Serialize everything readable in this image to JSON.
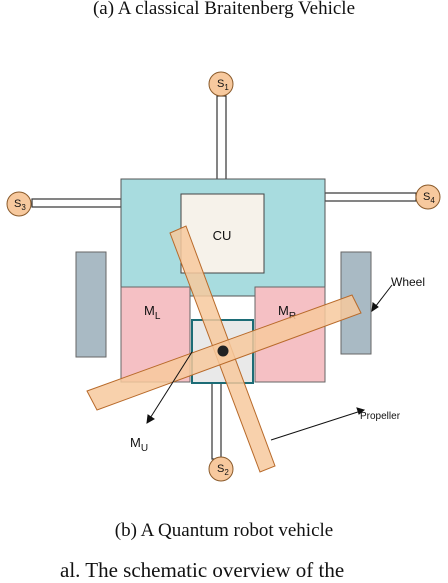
{
  "captions": {
    "top": "(a) A classical Braitenberg Vehicle",
    "bottom": "(b) A Quantum robot vehicle",
    "cut_text": "al. The schematic overview of the"
  },
  "sensors": {
    "s1": {
      "main": "S",
      "sub": "1"
    },
    "s2": {
      "main": "S",
      "sub": "2"
    },
    "s3": {
      "main": "S",
      "sub": "3"
    },
    "s4": {
      "main": "S",
      "sub": "4"
    }
  },
  "labels": {
    "cu": "CU",
    "ml": {
      "main": "M",
      "sub": "L"
    },
    "mr": {
      "main": "M",
      "sub": "R"
    },
    "mu": {
      "main": "M",
      "sub": "U"
    },
    "wheel": "Wheel",
    "propeller": "Propeller"
  },
  "colors": {
    "body": "#a8dcdf",
    "cu": "#f6f2ea",
    "motor": "#f5c0c4",
    "center": "#e9e9e9",
    "wheel": "#a9bac4",
    "sensor": "#f7c99e",
    "propeller": "#f7c99e"
  }
}
